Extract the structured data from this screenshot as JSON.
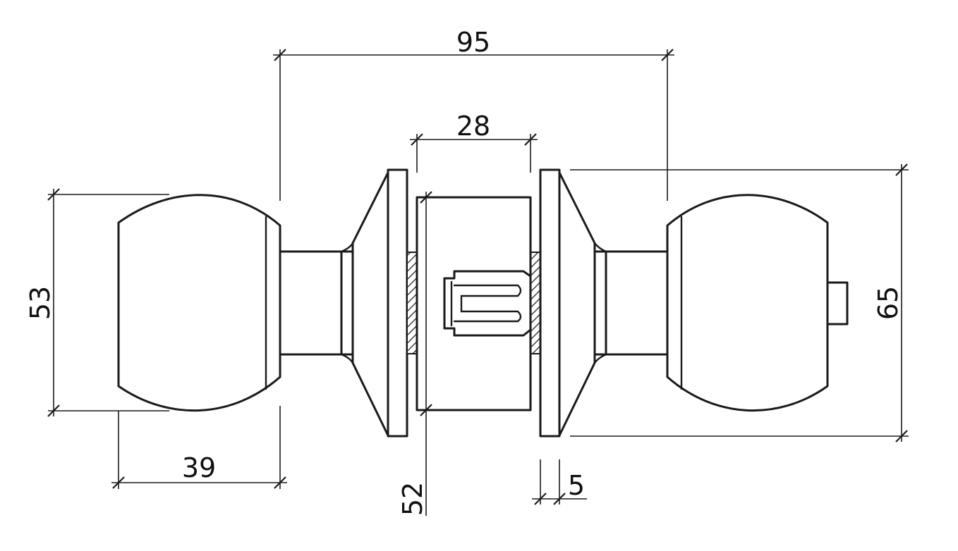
{
  "dimensions": {
    "overall_length": "95",
    "latch_width": "28",
    "knob_diameter": "53",
    "rose_diameter": "65",
    "knob_length": "39",
    "latch_height": "52",
    "rose_thickness": "5"
  },
  "colors": {
    "line": "#1a1a1a",
    "background": "#ffffff"
  }
}
